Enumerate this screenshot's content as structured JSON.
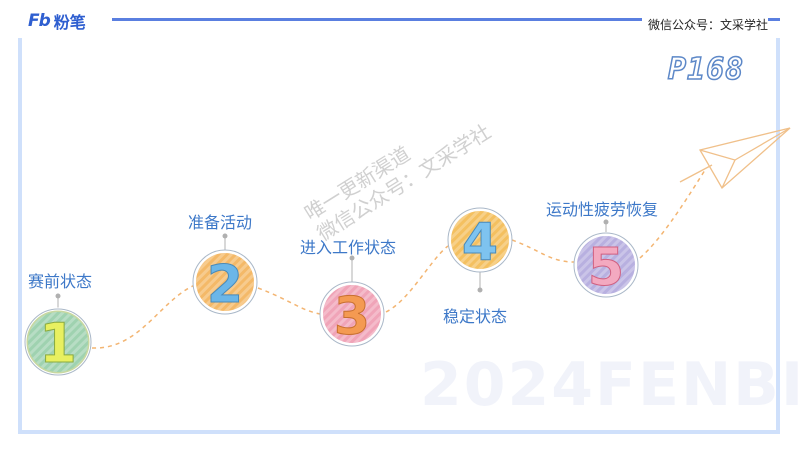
{
  "header": {
    "brand_logo": "Fb",
    "brand_name": "粉笔",
    "wechat": "微信公众号：文采学社"
  },
  "page_number": "P168",
  "watermark": {
    "background_text": "2024FENBI",
    "diag_line1": "唯一更新渠道",
    "diag_line2": "微信公众号：文采学社"
  },
  "steps": [
    {
      "number": "1",
      "label": "赛前状态",
      "color": "#9fd2b0"
    },
    {
      "number": "2",
      "label": "准备活动",
      "color": "#f4b968"
    },
    {
      "number": "3",
      "label": "进入工作状态",
      "color": "#f0a4b8"
    },
    {
      "number": "4",
      "label": "稳定状态",
      "color": "#7ec3ef"
    },
    {
      "number": "5",
      "label": "运动性疲劳恢复",
      "color": "#f3a9c0"
    }
  ],
  "colors": {
    "accent": "#3d78c8",
    "connector": "#f3b572",
    "frame": "#cfe0fb"
  }
}
